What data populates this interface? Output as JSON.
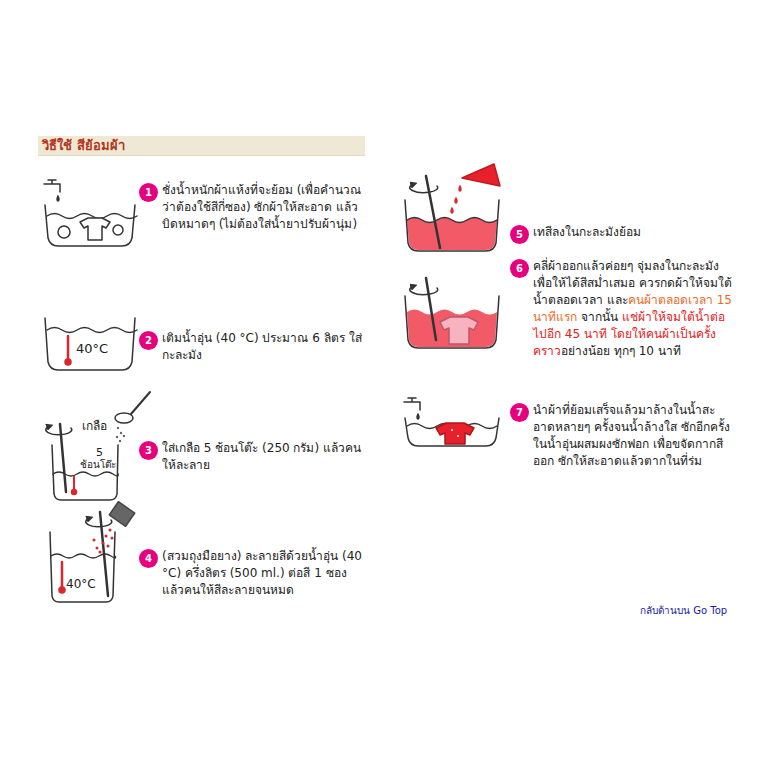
{
  "diagram": {
    "title": "วิธีใช้ สีย้อมผ้า",
    "nodes": [
      {
        "text": [
          "1",
          "ชั่งน้ำหนักผ้าแห้งที่จะย้อม (เพื่อคำนวณว่าต้องใช้สีกี่ซอง) ซักผ้าให้สะอาด แล้วบิดหมาดๆ (ไม่ต้องใส่น้ำยาปรับผ้านุ่ม)"
        ]
      },
      {
        "text": [
          "2",
          "เติมน้ำอุ่น (40 °C) ประมาณ 6 ลิตร ใส่กะละมัง"
        ]
      },
      {
        "text": [
          "3",
          "ใส่เกลือ 5 ช้อนโต๊ะ (250 กรัม) แล้วคนให้ละลาย"
        ]
      },
      {
        "text": [
          "4",
          "(สวมถุงมือยาง) ละลายสีด้วยน้ำอุ่น (40 °C) ครึ่งลิตร (500 ml.) ต่อสี 1 ซอง แล้วคนให้สีละลายจนหมด"
        ]
      },
      {
        "text": [
          "5",
          "เทสีลงในกะละมังย้อม"
        ]
      },
      {
        "text": [
          "6",
          "คลี่ผ้าออกแล้วค่อยๆ จุ่มลงในกะละมัง เพื่อให้ได้สีสม่ำเสมอ ควรกดผ้าให้จมใต้น้ำตลอดเวลา และ",
          "คนผ้าตลอดเวลา 15 นาทีแรก",
          "จากนั้น",
          "แช่ผ้าให้จมใต้น้ำต่อไปอีก 45 นาที โดยให้คนผ้าเป็นครั้งคราว",
          "อย่างน้อย ทุกๆ 10 นาที"
        ]
      },
      {
        "text": [
          "7",
          "นำผ้าที่ย้อมเสร็จแล้วมาล้างในน้ำสะอาดหลายๆ ครั้งจนน้ำล้างใส ซักอีกครั้งในน้ำอุ่นผสมผงซักฟอก เพื่อขจัดกากสีออก ซักให้สะอาดแล้วตากในที่ร่ม"
        ]
      }
    ],
    "labels": [
      "40°C",
      "เกลือ",
      "5",
      "ช้อนโต๊ะ",
      "40°C",
      "กลับด้านบน Go Top"
    ]
  }
}
